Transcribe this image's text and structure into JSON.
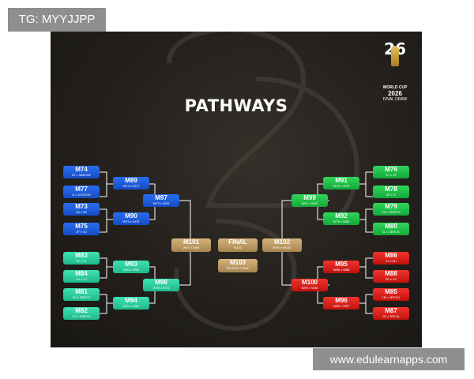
{
  "overlay_tag": "TG: MYYJJPP",
  "footer_url": "www.edulearnapps.com",
  "poster": {
    "title": "PATHWAYS",
    "logo": {
      "year": "26",
      "line1": "WORLD CUP",
      "line2": "2026",
      "line3": "FINAL DRAW"
    },
    "colors": {
      "blue": "#1e5ee6",
      "teal": "#2fd4a4",
      "green": "#22c24a",
      "red": "#e11f1a",
      "gold": "#c4a26a"
    },
    "left_top": [
      {
        "code": "M74",
        "sub": "1E v 3ABCDF"
      },
      {
        "code": "M77",
        "sub": "1I v 3CDFGH"
      },
      {
        "code": "M73",
        "sub": "2A v 2B"
      },
      {
        "code": "M75",
        "sub": "1F v 2C"
      }
    ],
    "left_top_r2": [
      {
        "code": "M89",
        "sub": "W74 v W77"
      },
      {
        "code": "M90",
        "sub": "W73 v W75"
      }
    ],
    "left_top_r3": {
      "code": "M97",
      "sub": "W73 v W76"
    },
    "left_bottom": [
      {
        "code": "M83",
        "sub": "2K v 2L"
      },
      {
        "code": "M84",
        "sub": "1H v 2J"
      },
      {
        "code": "M81",
        "sub": "1D v 3BEFIJ"
      },
      {
        "code": "M82",
        "sub": "1G v 3AEHIJ"
      }
    ],
    "left_bottom_r2": [
      {
        "code": "M93",
        "sub": "W83 v W84"
      },
      {
        "code": "M94",
        "sub": "W81 v W82"
      }
    ],
    "left_bottom_r3": {
      "code": "M98",
      "sub": "W93 v W94"
    },
    "semi_left": {
      "code": "M101",
      "sub": "W97 v W98"
    },
    "final": {
      "code": "FINAL",
      "sub": "M104"
    },
    "third": {
      "code": "M103",
      "sub": "BRONZE FINAL"
    },
    "semi_right": {
      "code": "M102",
      "sub": "W99 v W100"
    },
    "right_top": [
      {
        "code": "M76",
        "sub": "1C v 2F"
      },
      {
        "code": "M78",
        "sub": "2E v 2I"
      },
      {
        "code": "M79",
        "sub": "1A v 3CEFHI"
      },
      {
        "code": "M80",
        "sub": "1L v 3EHIJK"
      }
    ],
    "right_top_r2": [
      {
        "code": "M91",
        "sub": "W76 v W78"
      },
      {
        "code": "M92",
        "sub": "W79 v W80"
      }
    ],
    "right_top_r3": {
      "code": "M99",
      "sub": "W91 v W92"
    },
    "right_bottom": [
      {
        "code": "M86",
        "sub": "1J v 2H"
      },
      {
        "code": "M88",
        "sub": "2D v 2G"
      },
      {
        "code": "M85",
        "sub": "1B v 3EFGIJ"
      },
      {
        "code": "M87",
        "sub": "1K v 3DEIJL"
      }
    ],
    "right_bottom_r2": [
      {
        "code": "M95",
        "sub": "W86 v W88"
      },
      {
        "code": "M96",
        "sub": "W85 v W87"
      }
    ],
    "right_bottom_r3": {
      "code": "M100",
      "sub": "W95 v W96"
    }
  }
}
